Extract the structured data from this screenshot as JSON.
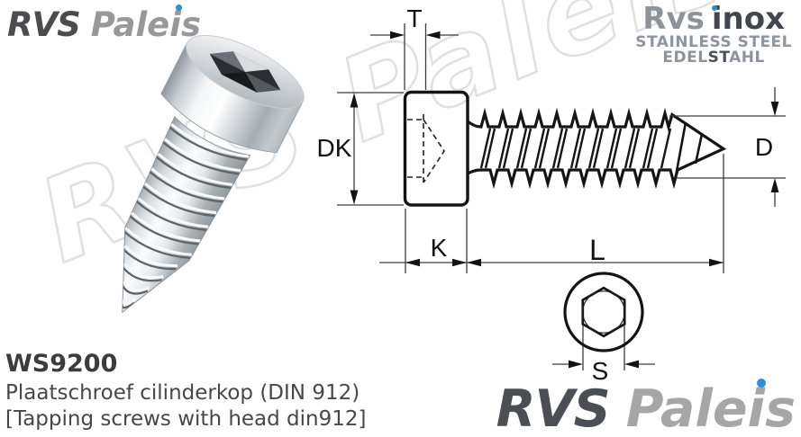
{
  "logo_top_left": {
    "rvs": "RVS",
    "paleis_pre": "Pale",
    "paleis_i": "i",
    "paleis_post": "s"
  },
  "brand_top_right": {
    "line1_word1": "Rvs",
    "line1_word2_i": "i",
    "line1_word2_rest": "nox",
    "line2": "STAINLESS STEEL",
    "line3_pre": "EDEL",
    "line3_mid": "ST",
    "line3_post": "AHL"
  },
  "watermark": "RVS Paleis",
  "diagram": {
    "labels": {
      "socket_depth": "T",
      "head_diameter": "DK",
      "thread_diameter": "D",
      "head_height": "K",
      "length": "L",
      "socket_size": "S"
    }
  },
  "product": {
    "code": "WS9200",
    "title_nl": "Plaatschroef cilinderkop (DIN 912)",
    "title_en": "[Tapping screws with head din912]"
  },
  "logo_bottom_right": {
    "rvs": "RVS",
    "paleis_pre": "Pale",
    "paleis_i": "i",
    "paleis_post": "s"
  },
  "colors": {
    "accent_blue": "#2e8fd4",
    "logo_dark": "#4b4f53",
    "logo_gray": "#a6a6a6",
    "steel_text_gray": "#8e959f",
    "drawing_ink": "#141414"
  }
}
